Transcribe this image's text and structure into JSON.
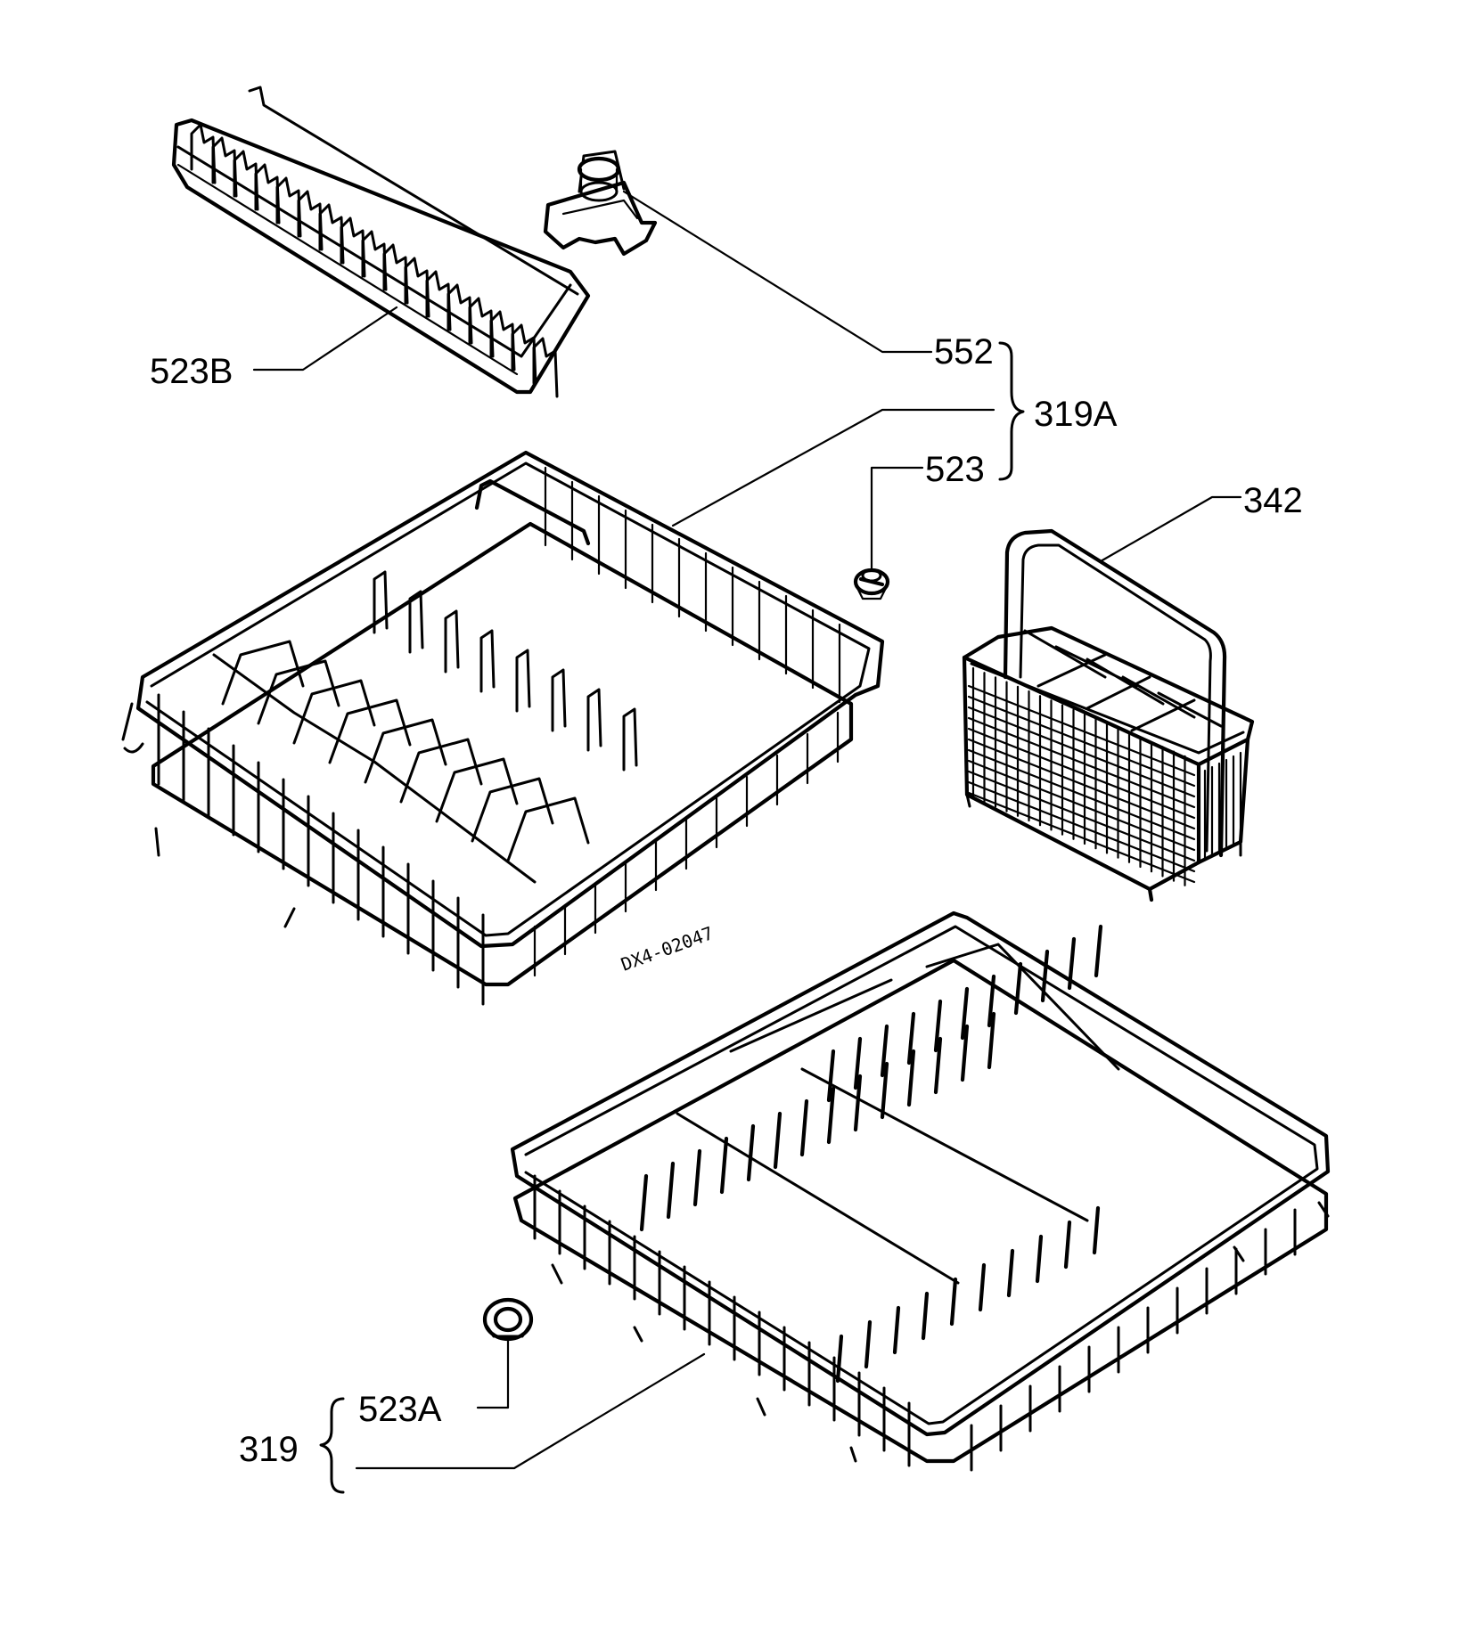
{
  "diagram": {
    "labels": {
      "l552": "552",
      "l319A": "319A",
      "l523": "523",
      "l342": "342",
      "l523B": "523B",
      "l523A": "523A",
      "l319": "319"
    },
    "drawing_code": "DX4-02047"
  }
}
